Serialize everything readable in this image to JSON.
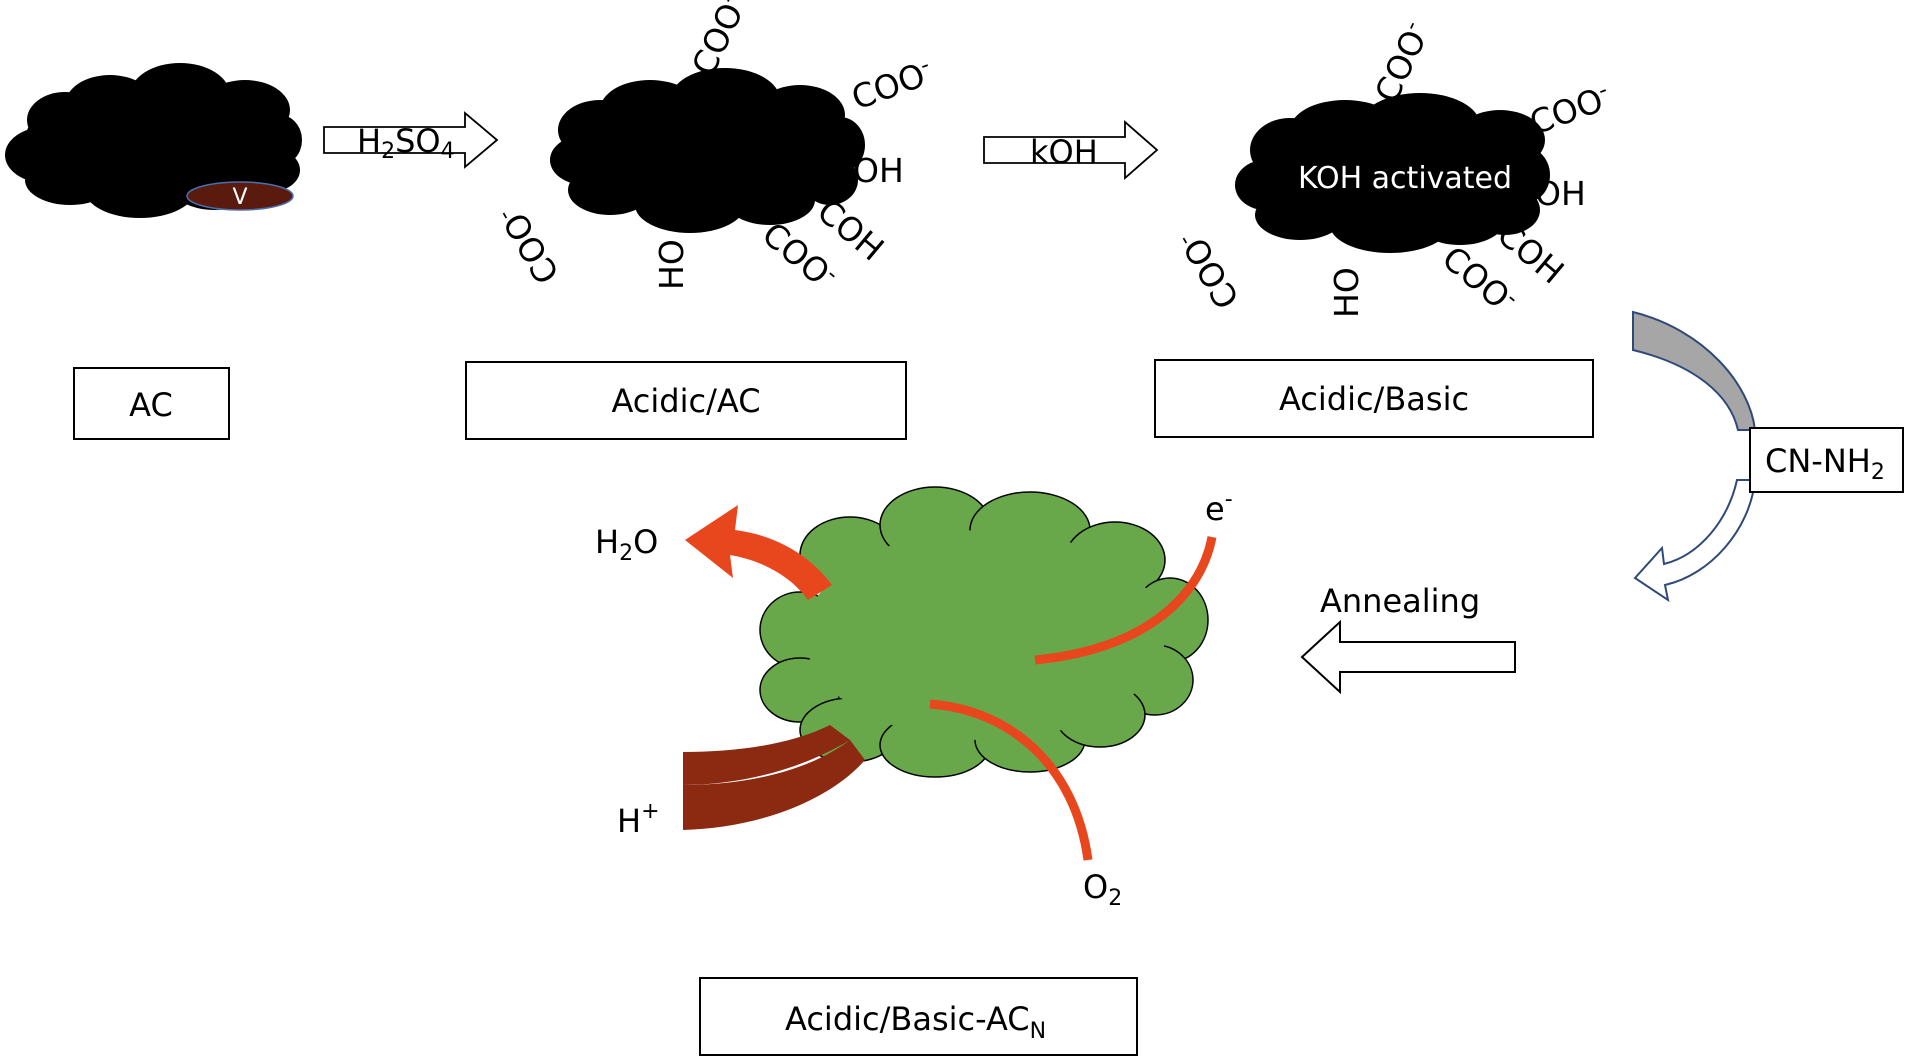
{
  "colors": {
    "carbon": "#000000",
    "green_particle": "#69a84a",
    "arrow_red": "#e8471e",
    "arrow_dark_red": "#8b2a10",
    "vacancy": "#5a1a0d",
    "curve_gray": "#a6a6a6",
    "curve_outline": "#2f4a7a"
  },
  "boxes": {
    "ac": "AC",
    "acidic_ac": "Acidic/AC",
    "acidic_basic": "Acidic/Basic",
    "final_main": "Acidic/Basic-AC",
    "final_sub": "N"
  },
  "arrows": {
    "h2so4_main": "H",
    "h2so4_sub1": "2",
    "h2so4_mid": "SO",
    "h2so4_sub2": "4",
    "koh": "kOH",
    "cn_main": "CN-NH",
    "cn_sub": "2",
    "annealing": "Annealing"
  },
  "particles": {
    "vacancy_label": "V",
    "koh_activated": "KOH activated"
  },
  "groups": {
    "coo": "COO",
    "minus": "-",
    "oh": "OH",
    "coh": "COH",
    "ho": "HO"
  },
  "products": {
    "h2o_h": "H",
    "h2o_sub": "2",
    "h2o_o": "O",
    "e": "e",
    "e_sup": "-",
    "hplus": "H",
    "hplus_sup": "+",
    "o2": "O",
    "o2_sub": "2"
  }
}
